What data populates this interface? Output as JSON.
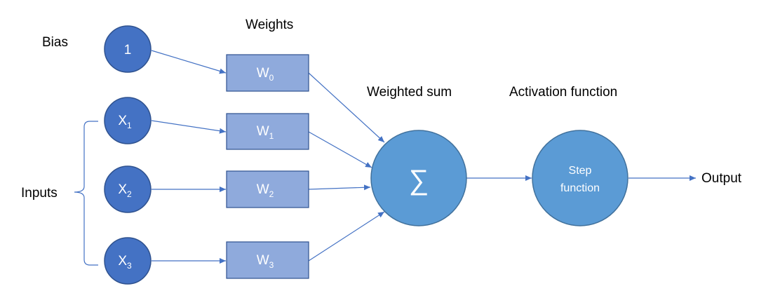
{
  "labels": {
    "bias": "Bias",
    "weights": "Weights",
    "weighted_sum": "Weighted sum",
    "activation_function": "Activation function",
    "inputs": "Inputs",
    "output": "Output"
  },
  "inputs": [
    {
      "base": "1",
      "sub": ""
    },
    {
      "base": "X",
      "sub": "1"
    },
    {
      "base": "X",
      "sub": "2"
    },
    {
      "base": "X",
      "sub": "3"
    }
  ],
  "weights": [
    {
      "base": "W",
      "sub": "0"
    },
    {
      "base": "W",
      "sub": "1"
    },
    {
      "base": "W",
      "sub": "2"
    },
    {
      "base": "W",
      "sub": "3"
    }
  ],
  "sum_node": {
    "symbol": "∑"
  },
  "activation_node": {
    "line1": "Step",
    "line2": "function"
  },
  "colors": {
    "input_fill": "#4472C4",
    "input_stroke": "#2F528F",
    "weight_fill": "#8FAADC",
    "weight_stroke": "#2F528F",
    "sum_fill": "#5B9BD5",
    "sum_stroke": "#41719C",
    "edge": "#4472C4",
    "bracket": "#4472C4"
  }
}
